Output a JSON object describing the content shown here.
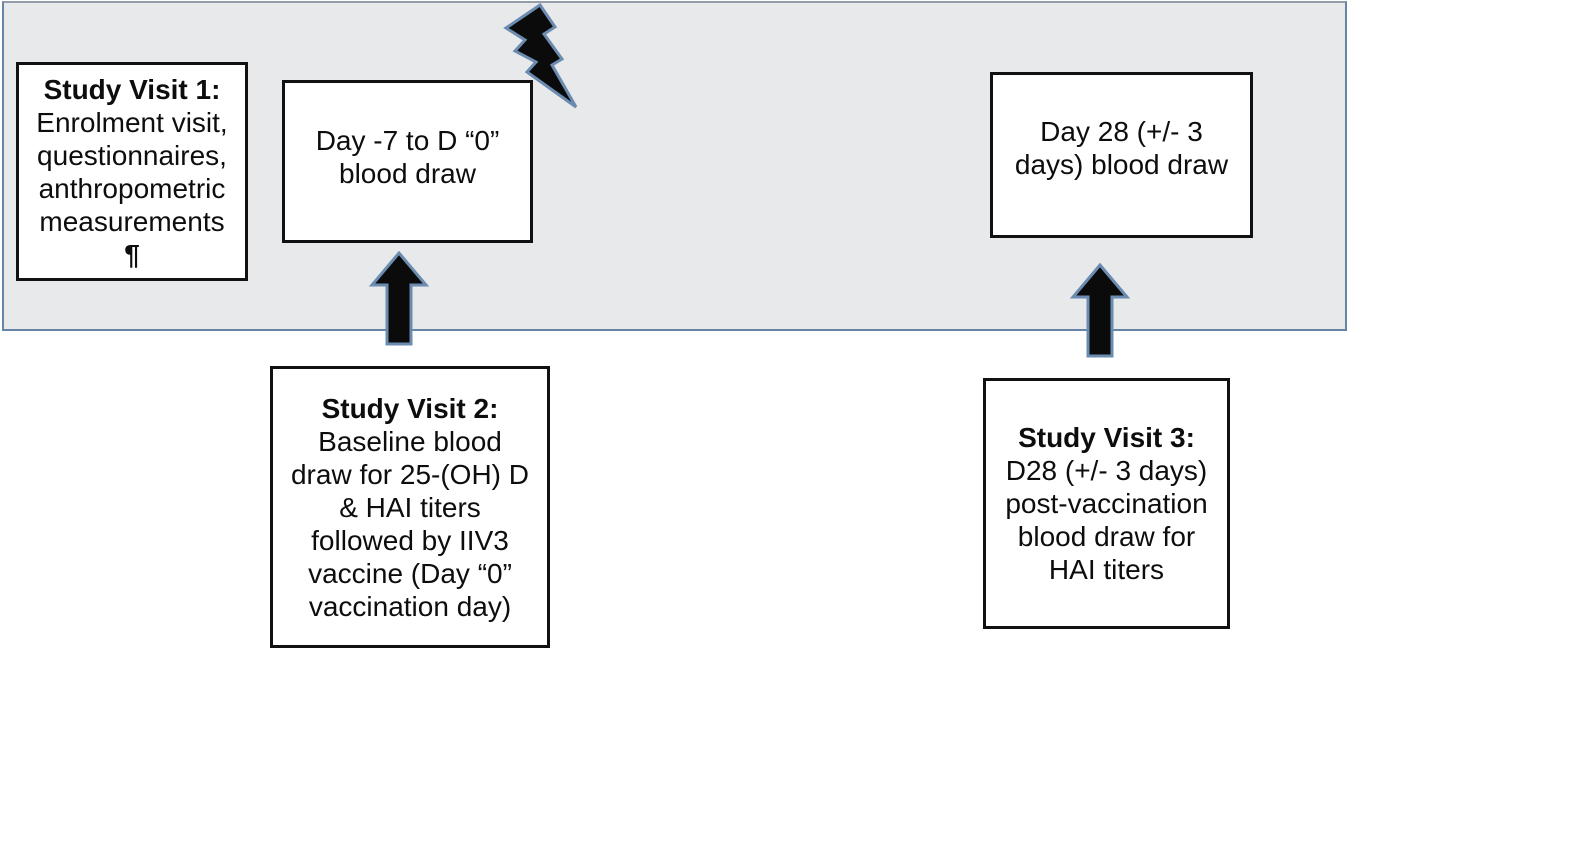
{
  "diagram": {
    "description": "Vaccination study visit timeline",
    "colors": {
      "panel_fill": "#e8e9ea",
      "panel_border": "#6484a8",
      "box_border": "#111111",
      "arrow_fill": "#0b0b0b",
      "arrow_outline": "#6b8cb0",
      "bolt_fill": "#0b0b0b",
      "bolt_outline": "#6b8cb0"
    },
    "icons": {
      "lightning": "lightning-bolt-icon",
      "arrow_left": "up-arrow-icon",
      "arrow_right": "up-arrow-icon"
    },
    "boxes": {
      "visit1": {
        "title": "Study Visit 1:",
        "lines": [
          "Enrolment visit,",
          "questionnaires,",
          "anthropometric",
          "measurements"
        ],
        "footnote_mark": "¶"
      },
      "day7": {
        "line1": "Day -7 to D “0”",
        "line2": "blood draw"
      },
      "day28": {
        "line1": "Day 28 (+/- 3",
        "line2": "days) blood draw"
      },
      "visit2": {
        "title": "Study Visit 2:",
        "lines": [
          "Baseline blood",
          "draw for 25-(OH) D",
          "& HAI titers",
          "followed by IIV3",
          "vaccine (Day “0”",
          "vaccination day)"
        ]
      },
      "visit3": {
        "title": "Study Visit 3:",
        "lines": [
          "D28 (+/- 3 days)",
          "post-vaccination",
          "blood draw for",
          "HAI titers"
        ]
      }
    }
  }
}
